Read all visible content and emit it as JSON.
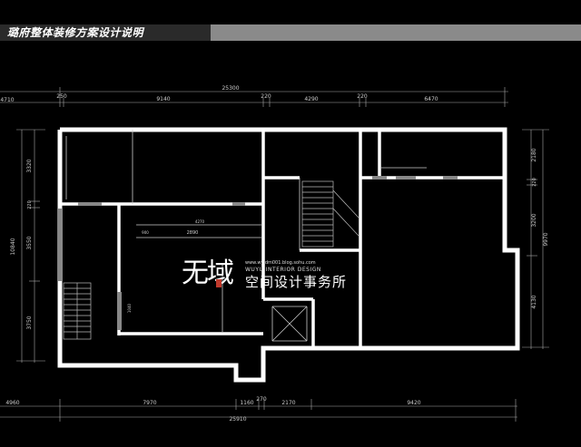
{
  "header": {
    "title": "璐府整体装修方案设计说明"
  },
  "dimensions": {
    "top_total": "25300",
    "top_segments": [
      "4710",
      "250",
      "9140",
      "220",
      "4290",
      "220",
      "6470"
    ],
    "bottom_total": "25910",
    "bottom_segments": [
      "4960",
      "7970",
      "1160",
      "270",
      "2170",
      "9420"
    ],
    "left_total": "10840",
    "left_segments": [
      "3320",
      "220",
      "3550",
      "3750"
    ],
    "right_total": "9970",
    "right_segments": [
      "2180",
      "220",
      "3200",
      "4130"
    ],
    "interior": [
      "2890",
      "4270",
      "900",
      "1040"
    ]
  },
  "logo": {
    "wordmark": "无域",
    "url": "www.wyidm001.blog.sohu.com",
    "english": "WUYU INTERIOR DESIGN",
    "chinese": "空间设计事务所"
  },
  "colors": {
    "background": "#000000",
    "walls": "#ffffff",
    "title_bar": "#8a8a8a",
    "accent": "#c0392b"
  }
}
